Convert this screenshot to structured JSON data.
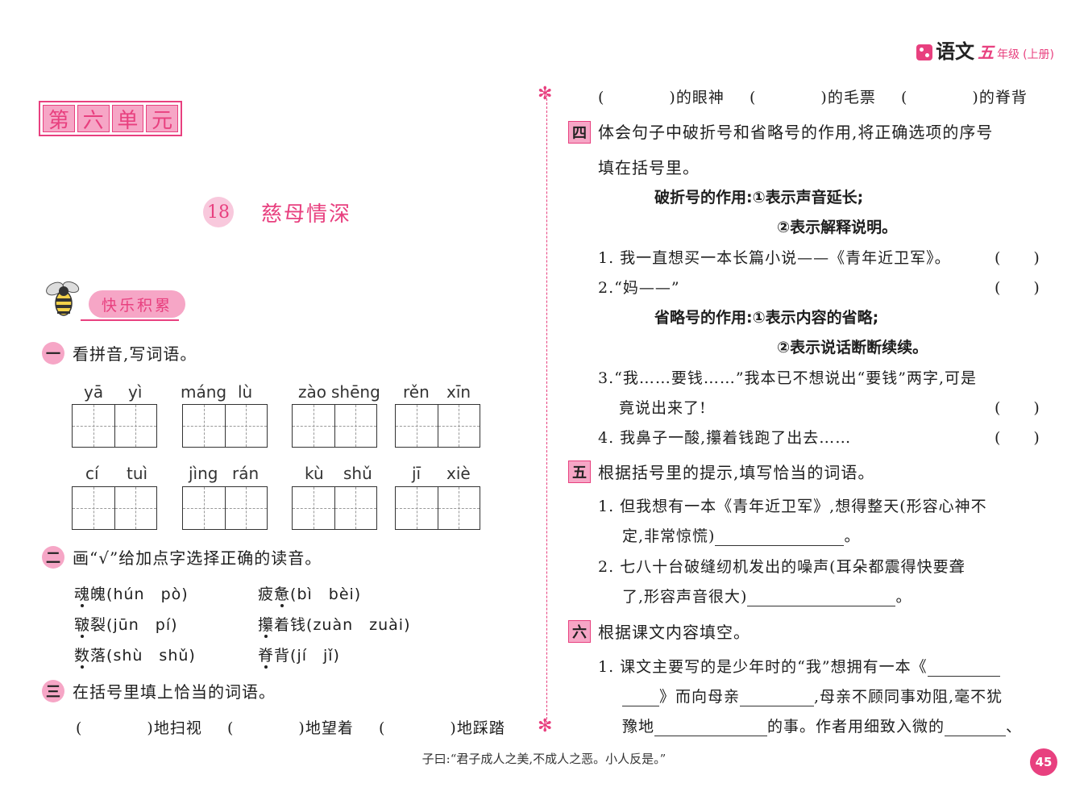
{
  "header": {
    "brand": "语文",
    "grade": "五",
    "grade_suffix": "年级",
    "volume": "(上册)"
  },
  "unit": {
    "chars": [
      "第",
      "六",
      "单",
      "元"
    ]
  },
  "lesson": {
    "number": "18",
    "title": "慈母情深"
  },
  "happy": {
    "label": "快乐积累"
  },
  "s1": {
    "num": "一",
    "text": "看拼音,写词语。",
    "row1": [
      {
        "p1": "yā",
        "p2": "yì"
      },
      {
        "p1": "máng",
        "p2": "lù"
      },
      {
        "p1": "zào",
        "p2": "shēng"
      },
      {
        "p1": "rěn",
        "p2": "xīn"
      }
    ],
    "row2": [
      {
        "p1": "cí",
        "p2": "tuì"
      },
      {
        "p1": "jìng",
        "p2": "rán"
      },
      {
        "p1": "kù",
        "p2": "shǔ"
      },
      {
        "p1": "jī",
        "p2": "xiè"
      }
    ]
  },
  "s2": {
    "num": "二",
    "text": "画“√”给加点字选择正确的读音。",
    "items": [
      {
        "w1": "魂",
        "w2": "魄",
        "opts": "(hún　pò)"
      },
      {
        "w1": "疲",
        "w2": "惫",
        "opts": "(bì　bèi)"
      },
      {
        "w1": "皲",
        "w2": "裂",
        "opts": "(jūn　pí)"
      },
      {
        "w1": "攥",
        "w2": "着钱",
        "opts": "(zuàn　zuài)"
      },
      {
        "w1": "数",
        "w2": "落",
        "opts": "(shù　shǔ)"
      },
      {
        "w1": "脊",
        "w2": "背",
        "opts": "(jí　jǐ)"
      }
    ]
  },
  "s3": {
    "num": "三",
    "text": "在括号里填上恰当的词语。",
    "row1": [
      "(　　　　)地扫视",
      "(　　　　)地望着",
      "(　　　　)地踩踏"
    ],
    "row2": [
      "(　　　　)的眼神",
      "(　　　　)的毛票",
      "(　　　　)的脊背"
    ]
  },
  "s4": {
    "num": "四",
    "text1": "体会句子中破折号和省略号的作用,将正确选项的序号",
    "text2": "填在括号里。",
    "dash_label": "破折号的作用:①表示声音延长;",
    "dash_2": "②表示解释说明。",
    "q1": "1. 我一直想买一本长篇小说——《青年近卫军》。",
    "q2": "2.“妈——”",
    "ellipsis_label": "省略号的作用:①表示内容的省略;",
    "ellipsis_2": "②表示说话断断续续。",
    "q3a": "3.“我……要钱……”我本已不想说出“要钱”两字,可是",
    "q3b": "竟说出来了!",
    "q4": "4. 我鼻子一酸,攥着钱跑了出去……",
    "paren": "(　　)"
  },
  "s5": {
    "num": "五",
    "text": "根据括号里的提示,填写恰当的词语。",
    "q1a": "1. 但我想有一本《青年近卫军》,想得整天(形容心神不",
    "q1b": "定,非常惊慌)",
    "q2a": "2. 七八十台破缝纫机发出的噪声(耳朵都震得快要聋",
    "q2b": "了,形容声音很大)",
    "period": "。"
  },
  "s6": {
    "num": "六",
    "text": "根据课文内容填空。",
    "l1": "1. 课文主要写的是少年时的“我”想拥有一本《",
    "l2a": "》而向母亲",
    "l2b": ",母亲不顾同事劝阻,毫不犹",
    "l3a": "豫地",
    "l3b": "的事。作者用细致入微的",
    "l3c": "、"
  },
  "footer": {
    "quote": "子曰:“君子成人之美,不成人之恶。小人反是。”",
    "page": "45"
  },
  "colors": {
    "accent": "#e8407f",
    "accent_light": "#f6a6c6"
  },
  "icons": [
    "bee-icon",
    "brand-dice-icon",
    "star-divider-icon"
  ]
}
